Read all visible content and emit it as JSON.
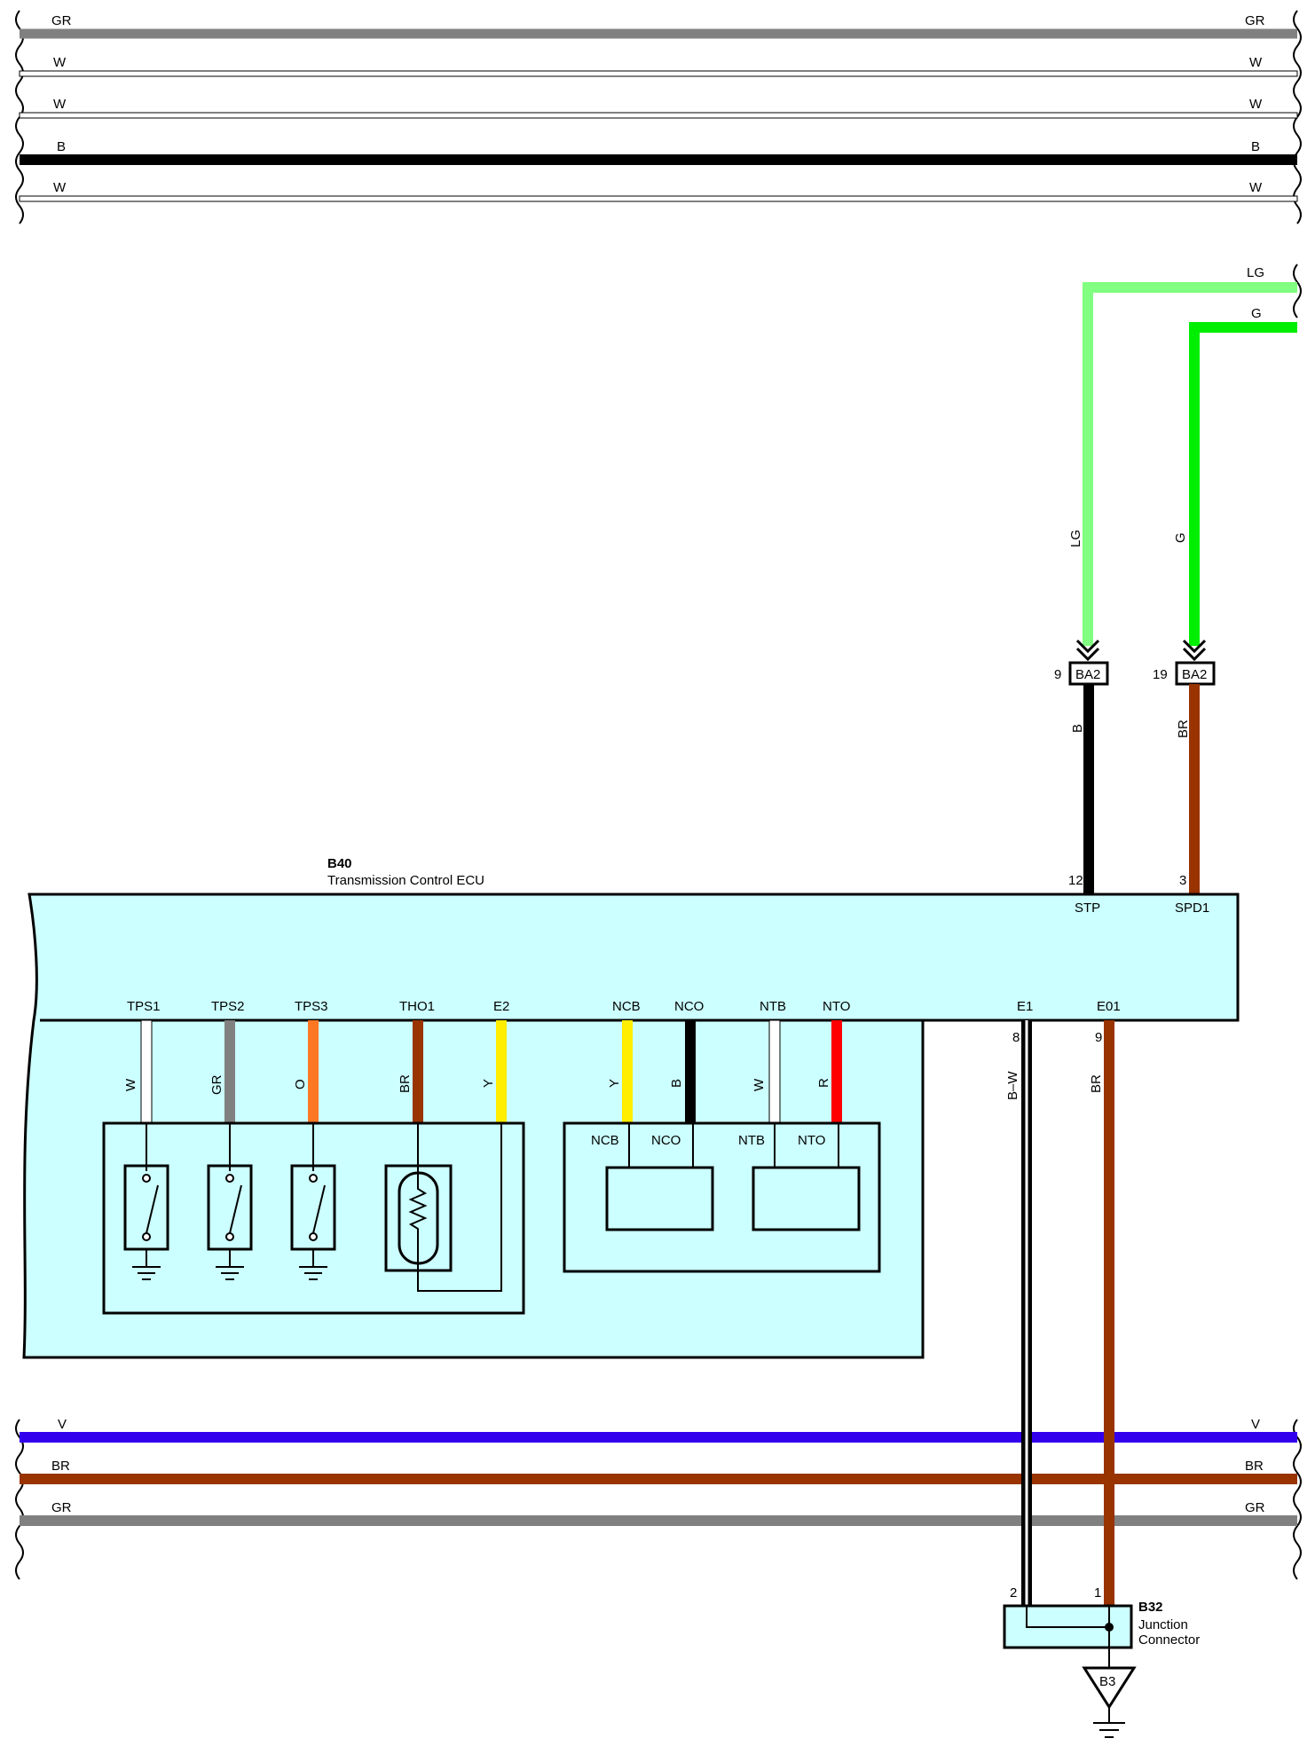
{
  "top_bus": {
    "wires": [
      {
        "color_code": "GR",
        "hex": "#808080"
      },
      {
        "color_code": "W",
        "hex": "#ffffff"
      },
      {
        "color_code": "W",
        "hex": "#ffffff"
      },
      {
        "color_code": "B",
        "hex": "#000000"
      },
      {
        "color_code": "W",
        "hex": "#ffffff"
      }
    ]
  },
  "bottom_bus": {
    "wires": [
      {
        "color_code": "V",
        "hex": "#3300ee"
      },
      {
        "color_code": "BR",
        "hex": "#993300"
      },
      {
        "color_code": "GR",
        "hex": "#808080"
      }
    ]
  },
  "inputs": {
    "lg": {
      "code": "LG",
      "hex": "#80ff80"
    },
    "g": {
      "code": "G",
      "hex": "#00ee00"
    }
  },
  "ba2_connectors": [
    {
      "pin": "9",
      "name": "BA2",
      "wire_below": "B",
      "hex_below": "#000000"
    },
    {
      "pin": "19",
      "name": "BA2",
      "wire_below": "BR",
      "hex_below": "#993300"
    }
  ],
  "ecu": {
    "id": "B40",
    "name": "Transmission Control ECU",
    "fill": "#ccffff",
    "top_pins": [
      {
        "pin": "12",
        "terminal": "STP"
      },
      {
        "pin": "3",
        "terminal": "SPD1"
      }
    ],
    "bottom_pins": [
      {
        "pin": "8",
        "terminal": "E1",
        "wire": "B–W"
      },
      {
        "pin": "9",
        "terminal": "E01",
        "wire": "BR"
      }
    ],
    "sensor_terminals": [
      {
        "terminal": "TPS1",
        "wire": "W",
        "hex": "#ffffff"
      },
      {
        "terminal": "TPS2",
        "wire": "GR",
        "hex": "#808080"
      },
      {
        "terminal": "TPS3",
        "wire": "O",
        "hex": "#ff7722"
      },
      {
        "terminal": "THO1",
        "wire": "BR",
        "hex": "#993300"
      },
      {
        "terminal": "E2",
        "wire": "Y",
        "hex": "#ffee00"
      },
      {
        "terminal": "NCB",
        "wire": "Y",
        "hex": "#ffee00"
      },
      {
        "terminal": "NCO",
        "wire": "B",
        "hex": "#000000"
      },
      {
        "terminal": "NTB",
        "wire": "W",
        "hex": "#ffffff"
      },
      {
        "terminal": "NTO",
        "wire": "R",
        "hex": "#ff0000"
      }
    ],
    "speed_sensor_labels": [
      "NCB",
      "NCO",
      "NTB",
      "NTO"
    ]
  },
  "junction": {
    "id": "B32",
    "line1": "Junction",
    "line2": "Connector",
    "pins": [
      "2",
      "1"
    ],
    "ground": "B3"
  }
}
